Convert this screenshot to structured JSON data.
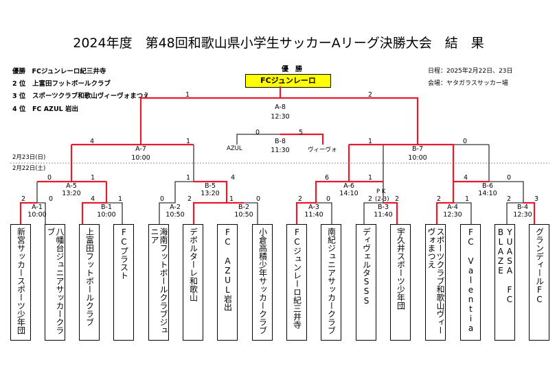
{
  "title": "2024年度　第48回和歌山県小学生サッカーAリーグ決勝大会　結　果",
  "summary": [
    {
      "place": "優勝",
      "team": "FCジュンレーロ紀三井寺"
    },
    {
      "place": "2 位",
      "team": "上富田フットボールクラブ"
    },
    {
      "place": "3 位",
      "team": "スポーツクラブ和歌山ヴィーヴォまつえ"
    },
    {
      "place": "4 位",
      "team": "FC AZUL 岩出"
    }
  ],
  "schedule": {
    "dates": "日程：2025年2月22日、23日",
    "venue": "会場：ヤタガラスサッカー場"
  },
  "champion": {
    "label": "優　勝",
    "name": "FCジュンレーロ"
  },
  "dates": {
    "day2": "2月23日(日)",
    "day1": "2月22日(土)"
  },
  "matches": {
    "a8": {
      "code": "A-8",
      "time": "12:30",
      "s1": "1",
      "s2": "2"
    },
    "b8": {
      "code": "B-8",
      "time": "11:30",
      "s1": "0",
      "s2": "5",
      "left_team": "AZUL",
      "right_team": "ヴィーヴォ"
    },
    "a7": {
      "code": "A-7",
      "time": "10:00",
      "s1": "4",
      "s2": "1"
    },
    "b7": {
      "code": "B-7",
      "time": "10:00",
      "s1": "1",
      "s2": "0"
    },
    "a5": {
      "code": "A-5",
      "time": "13:20",
      "s1": "0",
      "s2": "1"
    },
    "b5": {
      "code": "B-5",
      "time": "13:20",
      "s1": "1",
      "s2": "4"
    },
    "a6": {
      "code": "A-6",
      "time": "14:10",
      "s1": "6",
      "s2": "1"
    },
    "b6": {
      "code": "B-6",
      "time": "14:10",
      "s1": "4",
      "s2": "0"
    },
    "a1": {
      "code": "A-1",
      "time": "10:00",
      "s1": "2",
      "s2": "0"
    },
    "b1": {
      "code": "B-1",
      "time": "10:00",
      "s1": "4",
      "s2": "1"
    },
    "a2": {
      "code": "A-2",
      "time": "10:50",
      "s1": "0",
      "s2": "2"
    },
    "b2": {
      "code": "B-2",
      "time": "10:50",
      "s1": "1",
      "s2": "0"
    },
    "a3": {
      "code": "A-3",
      "time": "11:40",
      "s1": "2",
      "s2": "0"
    },
    "b3": {
      "code": "B-3",
      "time": "11:40",
      "s1": "2",
      "s2": "2",
      "pk": "P K",
      "pk_score": "(2-3)"
    },
    "a4": {
      "code": "A-4",
      "time": "12:30",
      "s1": "2",
      "s2": "1"
    },
    "b4": {
      "code": "B-4",
      "time": "12:30",
      "s1": "2",
      "s2": "3"
    }
  },
  "teams": [
    "新宮サッカースポーツ少年団",
    "八幡台ジュニアサッカークラブ",
    "上富田フットボールクラブ",
    "FCプラスト",
    "海南フットボールクラブジュニア",
    "デボルターレ和歌山",
    "FC AZUL岩出",
    "小倉高積少年サッカークラブ",
    "FCジュンレーロ紀三井寺",
    "南紀ジュニアサッカークラブ",
    "ディヴェルタSSS",
    "宇久井スポーツ少年団",
    "スポーツクラブ和歌山ヴィーヴォまつえ",
    "FC Valentia",
    "YUASA FC BLAZE",
    "グランディールFC"
  ],
  "colors": {
    "win": "#e8192c",
    "lose": "#333333",
    "champion_bg": "#ffff00"
  }
}
